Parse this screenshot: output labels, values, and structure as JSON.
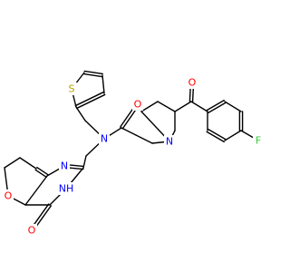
{
  "colors": {
    "bond": "#000000",
    "O": "#ff0000",
    "N": "#0000ff",
    "S": "#b8a000",
    "F": "#33cc33"
  },
  "atoms": {
    "o_ketone": "O",
    "f": "F",
    "s": "S",
    "n_amide": "N",
    "o_amide": "O",
    "n_pip": "N",
    "n_pyr": "N",
    "nh": "NH",
    "o_pyran": "O",
    "o_oxo": "O"
  }
}
